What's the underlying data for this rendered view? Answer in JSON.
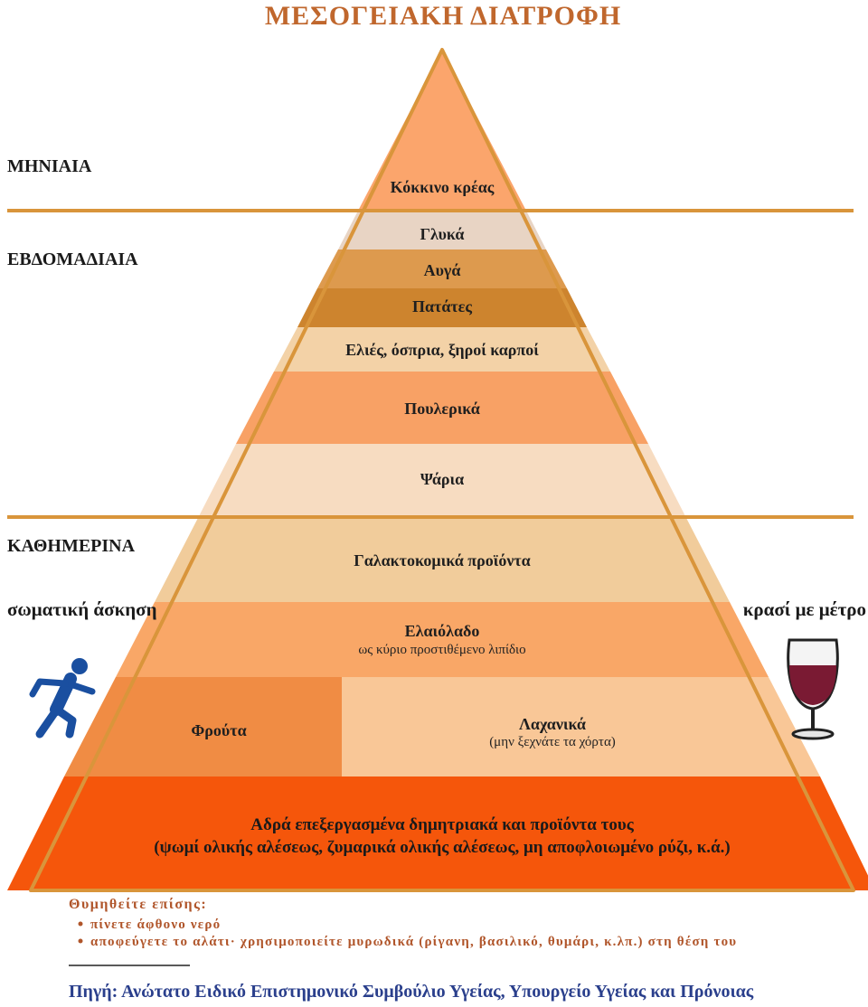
{
  "title": "ΜΕΣΟΓΕΙΑΚΗ ΔΙΑΤΡΟΦΗ",
  "frequency": {
    "monthly": "ΜΗΝΙΑΙΑ",
    "weekly": "ΕΒΔΟΜΑΔΙΑΙΑ",
    "daily": "ΚΑΘΗΜΕΡΙΝΑ"
  },
  "tiers": {
    "red_meat": "Κόκκινο κρέας",
    "sweets": "Γλυκά",
    "eggs": "Αυγά",
    "potatoes": "Πατάτες",
    "olives": "Ελιές, όσπρια, ξηροί καρποί",
    "poultry": "Πουλερικά",
    "fish": "Ψάρια",
    "dairy": "Γαλακτοκομικά προϊόντα",
    "olive_oil": "Ελαιόλαδο",
    "olive_oil_note": "ως κύριο προστιθέμενο λιπίδιο",
    "fruits": "Φρούτα",
    "vegetables": "Λαχανικά",
    "vegetables_note": "(μην ξεχνάτε τα χόρτα)",
    "grains_line1": "Αδρά επεξεργασμένα δημητριακά και προϊόντα τους",
    "grains_line2": "(ψωμί ολικής αλέσεως, ζυμαρικά ολικής αλέσεως, μη αποφλοιωμένο ρύζι, κ.ά.)"
  },
  "side": {
    "exercise": "σωματική άσκηση",
    "wine": "κρασί με μέτρο"
  },
  "icons": {
    "exercise": "running-person-icon",
    "wine": "wine-glass-icon"
  },
  "reminder": {
    "heading": "Θυμηθείτε επίσης:",
    "items": [
      "πίνετε άφθονο νερό",
      "αποφεύγετε το αλάτι· χρησιμοποιείτε μυρωδικά (ρίγανη, βασιλικό, θυμάρι, κ.λπ.) στη θέση του"
    ]
  },
  "source": "Πηγή: Ανώτατο Ειδικό Επιστημονικό Συμβούλιο Υγείας, Υπουργείο Υγείας και Πρόνοιας",
  "colors": {
    "outline": "#d9953b",
    "red_meat": "#fba56c",
    "sweets": "#e8d4c4",
    "eggs": "#dd9a4e",
    "potatoes": "#cd842e",
    "olives": "#f3d2a7",
    "poultry": "#f8a165",
    "fish": "#f7dcc1",
    "dairy": "#f1cc9b",
    "olive_oil": "#f9a767",
    "fruits": "#f08c44",
    "vegetables": "#f9c797",
    "grains": "#f5560b",
    "person": "#1a4fa0",
    "wine": "#7a1a33"
  }
}
